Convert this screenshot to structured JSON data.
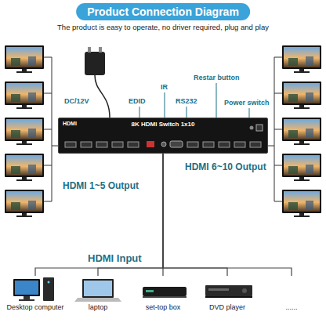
{
  "diagram": {
    "title": "Product Connection Diagram",
    "nodes": [
      {
        "text": [
          "HDMI",
          "8K HDMI Switch 1x10"
        ]
      },
      {
        "text": [
          "Desktop computer"
        ]
      },
      {
        "text": [
          "laptop"
        ]
      },
      {
        "text": [
          "set-top box"
        ]
      },
      {
        "text": [
          "DVD player"
        ]
      },
      {
        "text": [
          "......"
        ]
      }
    ],
    "edges": [
      {
        "from": 1,
        "to": 0,
        "arrow": "none"
      },
      {
        "from": 2,
        "to": 0,
        "arrow": "none"
      },
      {
        "from": 3,
        "to": 0,
        "arrow": "none"
      },
      {
        "from": 4,
        "to": 0,
        "arrow": "none"
      },
      {
        "from": 5,
        "to": 0,
        "arrow": "none"
      }
    ],
    "labels": [
      "The product is easy to operate, no driver required, plug and play",
      "DC/12V",
      "EDID",
      "IR",
      "RS232",
      "Restar button",
      "Power switch",
      "HDMI 1~5 Output",
      "HDMI 6~10 Output",
      "HDMI Input"
    ]
  }
}
